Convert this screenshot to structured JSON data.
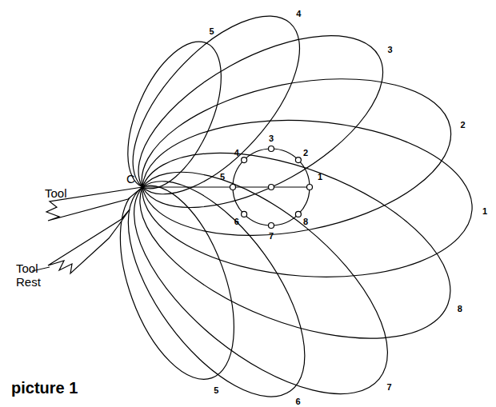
{
  "diagram": {
    "caption": "picture 1",
    "labels": [
      "C",
      "Tool",
      "Tool Rest",
      "5",
      "4",
      "3",
      "2",
      "1",
      "8",
      "7",
      "6",
      "5",
      "1",
      "2",
      "3",
      "4",
      "5",
      "6",
      "7",
      "8"
    ]
  }
}
